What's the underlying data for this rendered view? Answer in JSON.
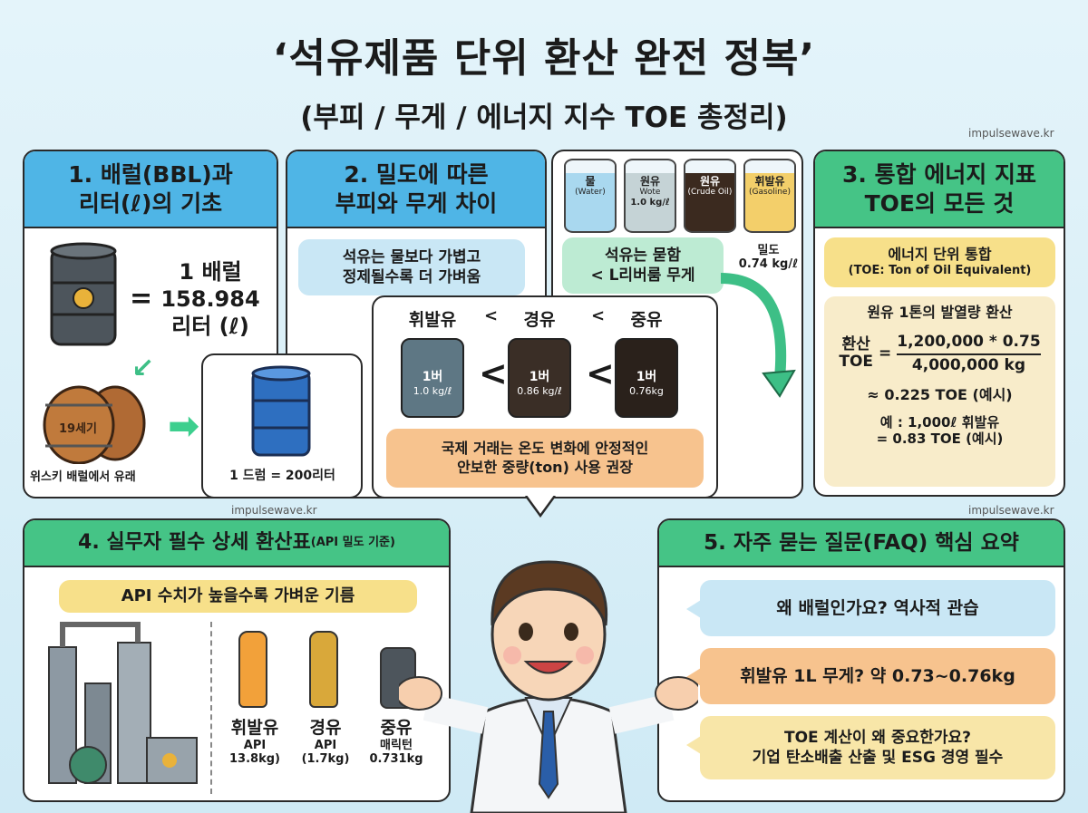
{
  "title": "‘석유제품 단위 환산 완전 정복’",
  "subtitle": "(부피 / 무게 / 에너지 지수 TOE 총정리)",
  "watermark": "impulsewave.kr",
  "colors": {
    "blue_header": "#4fb5e6",
    "green_header": "#45c486",
    "orange": "#f7c38e",
    "yellow": "#f7e08a",
    "light_blue": "#c9e7f5",
    "mint": "#bdebd3"
  },
  "section1": {
    "title_line1": "1. 배럴(BBL)과",
    "title_line2": "리터(ℓ)의 기초",
    "equals": "=",
    "barrel_line1": "1 배럴",
    "barrel_line2": "158.984",
    "barrel_line3": "리터 (ℓ)",
    "cask_label": "19세기",
    "cask_caption": "위스키 배럴에서 유래",
    "drum_caption": "1 드럼 = 200리터"
  },
  "section2": {
    "title_line1": "2. 밀도에 따른",
    "title_line2": "부피와 무게 차이",
    "note_line1": "석유는 물보다 가볍고",
    "note_line2": "정제될수록 더 가벼움",
    "compare": [
      {
        "name": "휘발유",
        "label": "1버",
        "value": "1.0 kg/ℓ"
      },
      {
        "name": "경유",
        "label": "1버",
        "value": "0.86 kg/ℓ"
      },
      {
        "name": "중유",
        "label": "1버",
        "value": "0.76kg"
      }
    ],
    "lt": "<",
    "trade_line1": "국제 거래는 온도 변화에 안정적인",
    "trade_line2": "안보한 중량(ton) 사용 권장"
  },
  "cylinders": {
    "items": [
      {
        "name": "물",
        "sub": "(Water)",
        "color": "#a9d8ef"
      },
      {
        "name": "원유",
        "sub": "Wote",
        "sub2": "1.0 kg/ℓ",
        "color": "#c5d3d6"
      },
      {
        "name": "원유",
        "sub": "(Crude Oil)",
        "color": "#3b2a1f"
      },
      {
        "name": "휘발유",
        "sub": "(Gasoline)",
        "color": "#f3cf6a"
      }
    ],
    "density_label": "밀도",
    "density_value": "0.74 kg/ℓ",
    "note_line1": "석유는 묻함",
    "note_line2": "< L리버룸 무게"
  },
  "section3": {
    "title_line1": "3. 통합 에너지 지표",
    "title_line2": "TOE의 모든 것",
    "box_title": "에너지 단위 통합",
    "box_sub": "(TOE: Ton of Oil Equivalent)",
    "calc_title": "원유 1톤의 발열량 환산",
    "lhs_line1": "환산",
    "lhs_line2": "TOE",
    "eq": "=",
    "numerator": "1,200,000 * 0.75",
    "denominator": "4,000,000 kg",
    "approx": "≈ 0.225 TOE (예시)",
    "example_line1": "예 : 1,000ℓ 휘발유",
    "example_line2": "= 0.83 TOE (예시)"
  },
  "section4": {
    "title": "4. 실무자 필수 상세 환산표",
    "title_note": "(API 밀도 기준)",
    "banner": "API 수치가 높을수록 가벼운 기름",
    "products": [
      {
        "name": "휘발유",
        "line1": "API",
        "line2": "13.8kg)"
      },
      {
        "name": "경유",
        "line1": "API",
        "line2": "(1.7kg)"
      },
      {
        "name": "중유",
        "line1": "매릭턴",
        "line2": "0.731kg"
      }
    ]
  },
  "section5": {
    "title": "5. 자주 묻는 질문(FAQ) 핵심 요약",
    "faqs": [
      {
        "line1": "왜 배럴인가요? 역사적 관습"
      },
      {
        "line1": "휘발유 1L 무게? 약 0.73~0.76kg"
      },
      {
        "line1": "TOE 계산이 왜 중요한가요?",
        "line2": "기업 탄소배출 산출 및 ESG 경영 필수"
      }
    ]
  }
}
